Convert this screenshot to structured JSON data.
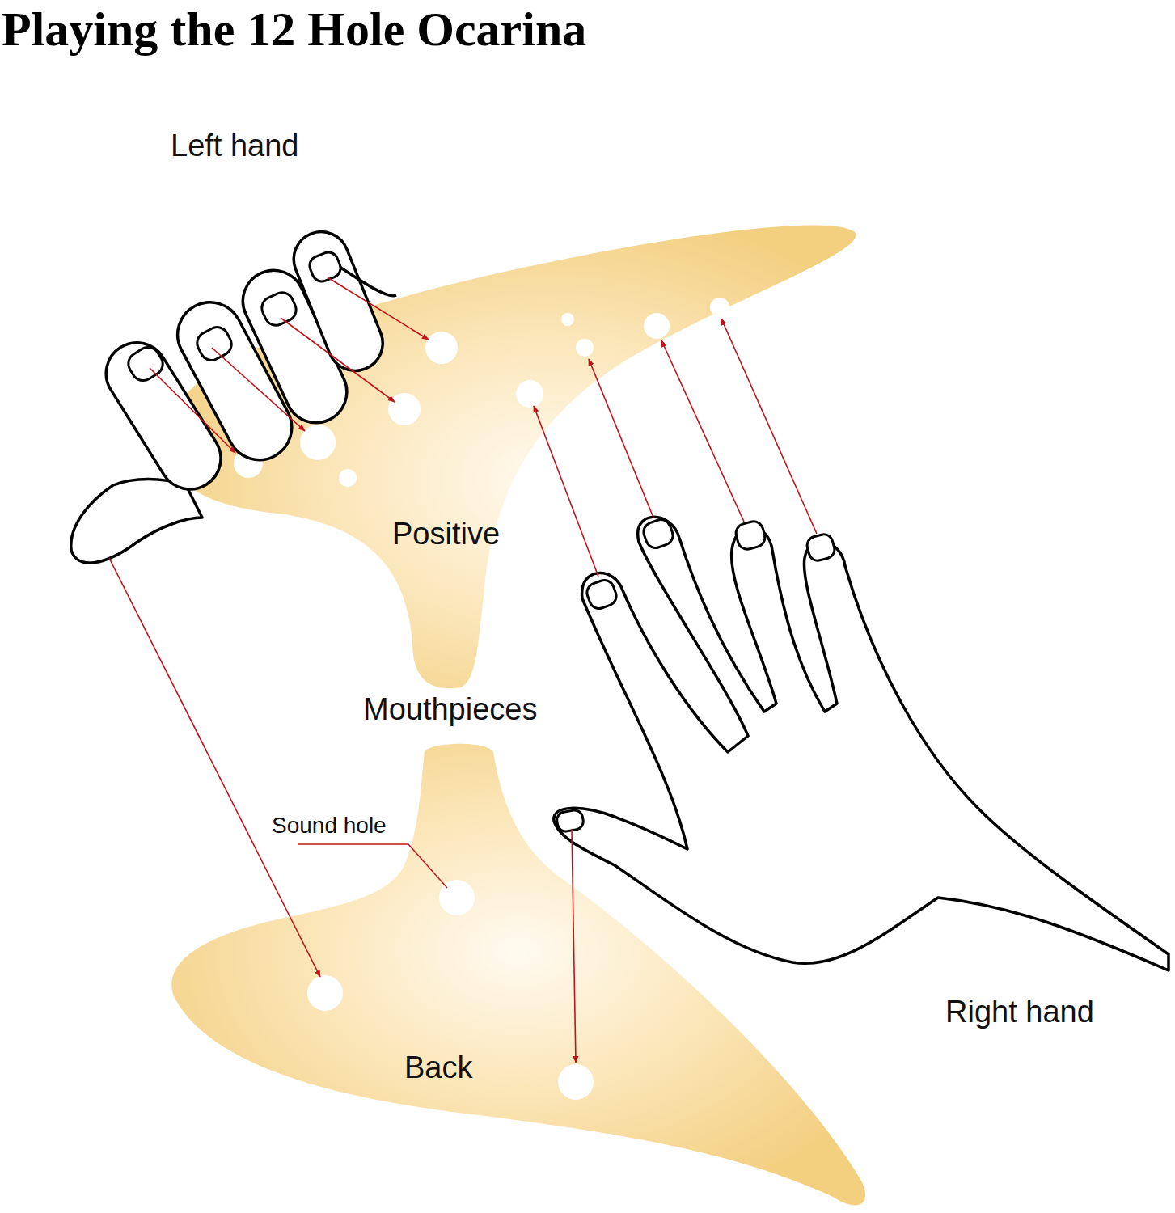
{
  "diagram": {
    "title": "Playing the 12 Hole Ocarina",
    "labels": [
      "Left hand",
      "Positive",
      "Mouthpieces",
      "Sound hole",
      "Back",
      "Right hand"
    ]
  }
}
